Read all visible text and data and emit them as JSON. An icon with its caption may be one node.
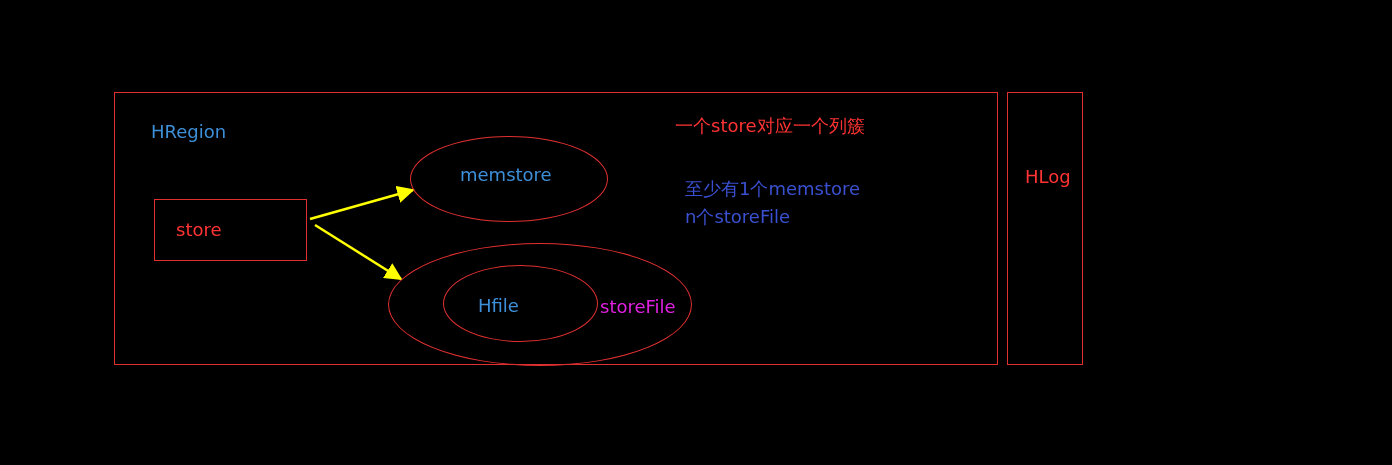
{
  "diagram": {
    "nodes": [
      {
        "text": [
          "HRegion",
          "一个store对应一个列簇",
          "至少有1个memstore n个storeFile"
        ]
      },
      {
        "text": [
          "store"
        ],
        "in": 0
      },
      {
        "text": [
          "memstore"
        ],
        "in": 0
      },
      {
        "text": [
          "storeFile"
        ],
        "in": 0
      },
      {
        "text": [
          "Hfile"
        ],
        "in": 3
      },
      {
        "text": [
          "HLog"
        ]
      }
    ],
    "edges": [
      {
        "from": 1,
        "to": 2,
        "arrow": "to"
      },
      {
        "from": 1,
        "to": 3,
        "arrow": "to"
      }
    ]
  }
}
